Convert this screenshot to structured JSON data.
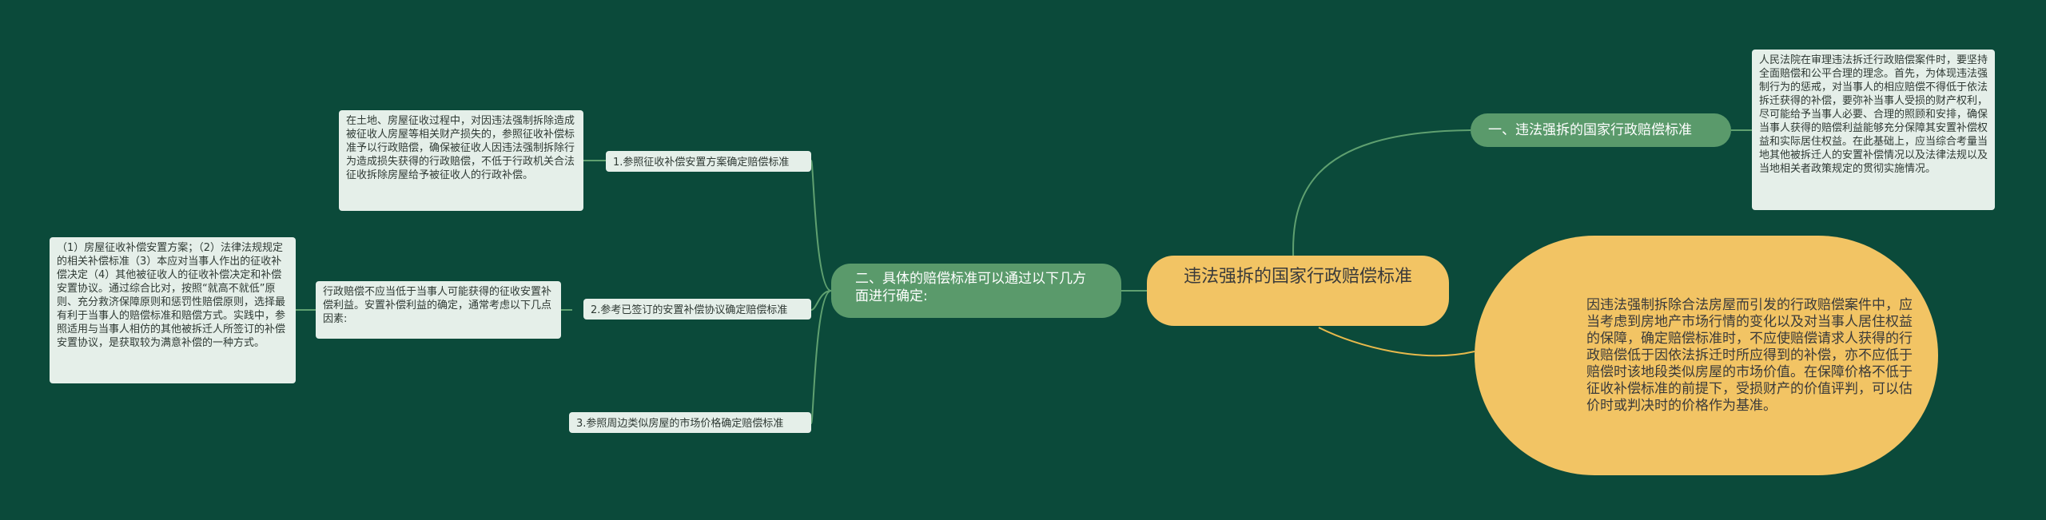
{
  "root": {
    "title": "违法强拆的国家行政赔偿标准"
  },
  "branch1": {
    "label": "一、违法强拆的国家行政赔偿标准",
    "note": "人民法院在审理违法拆迁行政赔偿案件时，要坚持全面赔偿和公平合理的理念。首先，为体现违法强制行为的惩戒，对当事人的相应赔偿不得低于依法拆迁获得的补偿，要弥补当事人受损的财产权利，尽可能给予当事人必要、合理的照顾和安排，确保当事人获得的赔偿利益能够充分保障其安置补偿权益和实际居住权益。在此基础上，应当综合考量当地其他被拆迁人的安置补偿情况以及法律法规以及当地相关者政策规定的贯彻实施情况。"
  },
  "branch2": {
    "label": "二、具体的赔偿标准可以通过以下几方面进行确定:",
    "items": [
      {
        "label": "1.参照征收补偿安置方案确定赔偿标准",
        "note": "在土地、房屋征收过程中，对因违法强制拆除造成被征收人房屋等相关财产损失的，参照征收补偿标准予以行政赔偿，确保被征收人因违法强制拆除行为造成损失获得的行政赔偿，不低于行政机关合法征收拆除房屋给予被征收人的行政补偿。"
      },
      {
        "label": "2.参考已签订的安置补偿协议确定赔偿标准",
        "note": "行政赔偿不应当低于当事人可能获得的征收安置补偿利益。安置补偿利益的确定，通常考虑以下几点因素:",
        "subnote": "（1）房屋征收补偿安置方案；（2）法律法规规定的相关补偿标准（3）本应对当事人作出的征收补偿决定（4）其他被征收人的征收补偿决定和补偿安置协议。通过综合比对，按照“就高不就低”原则、充分救济保障原则和惩罚性赔偿原则，选择最有利于当事人的赔偿标准和赔偿方式。实践中，参照适用与当事人相仿的其他被拆迁人所签订的补偿安置协议，是获取较为满意补偿的一种方式。"
      },
      {
        "label": "3.参照周边类似房屋的市场价格确定赔偿标准"
      }
    ]
  },
  "branch3": {
    "text": "因违法强制拆除合法房屋而引发的行政赔偿案件中，应当考虑到房地产市场行情的变化以及对当事人居住权益的保障，确定赔偿标准时，不应使赔偿请求人获得的行政赔偿低于因依法拆迁时所应得到的补偿，亦不应低于赔偿时该地段类似房屋的市场价值。在保障价格不低于征收补偿标准的前提下，受损财产的价值评判，可以估价时或判决时的价格作为基准。"
  },
  "colors": {
    "background": "#0b4a3a",
    "branch": "#5a9a6b",
    "root": "#f2c464",
    "note": "#e5efe9",
    "line_green": "#5fa070",
    "line_gold": "#e7b94c"
  }
}
